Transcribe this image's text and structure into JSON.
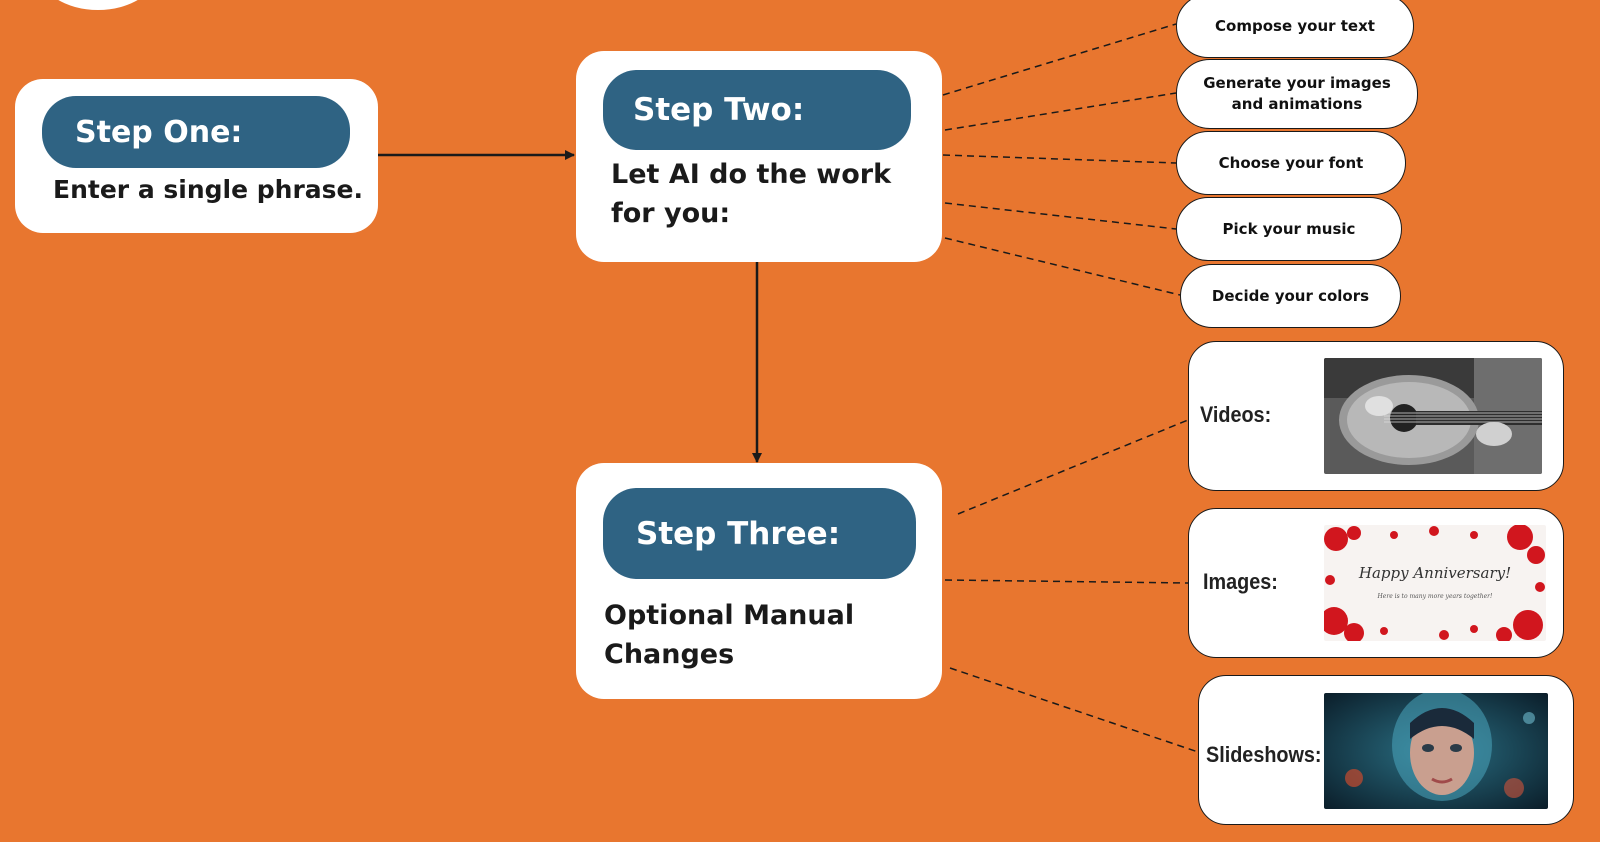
{
  "steps": {
    "one": {
      "title": "Step One:",
      "body": "Enter a single phrase."
    },
    "two": {
      "title": "Step Two:",
      "body_line1": "Let AI do the work",
      "body_line2": "for you:"
    },
    "three": {
      "title": "Step Three:",
      "body_line1": "Optional Manual",
      "body_line2": "Changes"
    }
  },
  "tasks": [
    {
      "line1": "Compose your text",
      "line2": ""
    },
    {
      "line1": "Generate your images",
      "line2": "and animations"
    },
    {
      "line1": "Choose your font",
      "line2": ""
    },
    {
      "line1": "Pick your music",
      "line2": ""
    },
    {
      "line1": "Decide your colors",
      "line2": ""
    }
  ],
  "outputs": [
    {
      "label": "Videos:",
      "thumb_icon": "guitar-photo-icon"
    },
    {
      "label": "Images:",
      "thumb_icon": "anniversary-card-photo-icon",
      "thumb_text_main": "Happy Anniversary!",
      "thumb_text_sub": "Here is to many more years together!"
    },
    {
      "label": "Slideshows:",
      "thumb_icon": "cyber-portrait-photo-icon"
    }
  ],
  "colors": {
    "background": "#E8762F",
    "pill": "#2F6383",
    "card": "#FFFFFF",
    "line": "#1A1A1A"
  }
}
